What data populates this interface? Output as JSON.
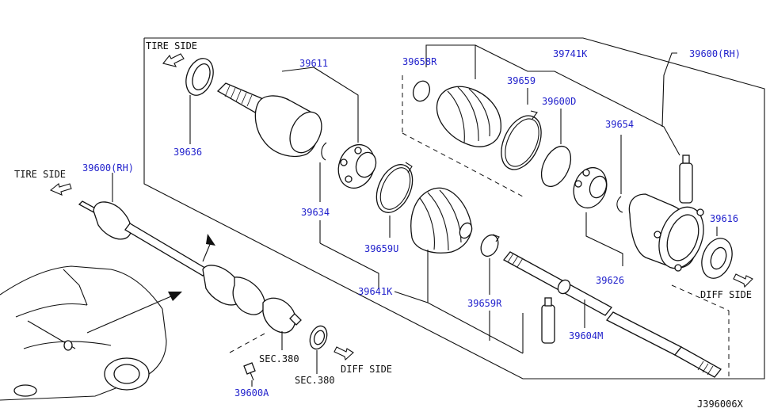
{
  "labels": {
    "p39611": "39611",
    "p39636": "39636",
    "p39634": "39634",
    "p39659u": "39659U",
    "p39641k": "39641K",
    "p39658r": "39658R",
    "p39659": "39659",
    "p39600d": "39600D",
    "p39659r": "39659R",
    "p39741k": "39741K",
    "p39654": "39654",
    "p39626": "39626",
    "p39604m": "39604M",
    "p39600rh_top": "39600(RH)",
    "p39616": "39616",
    "p39600rh_left": "39600(RH)",
    "p39600a": "39600A",
    "sec380_a": "SEC.380",
    "sec380_b": "SEC.380"
  },
  "sides": {
    "tire_top": "TIRE SIDE",
    "tire_left": "TIRE SIDE",
    "diff_right": "DIFF SIDE",
    "diff_bottom": "DIFF SIDE"
  },
  "footer": {
    "code": "J396006X"
  },
  "colors": {
    "label": "#2222cc",
    "line": "#111111"
  }
}
